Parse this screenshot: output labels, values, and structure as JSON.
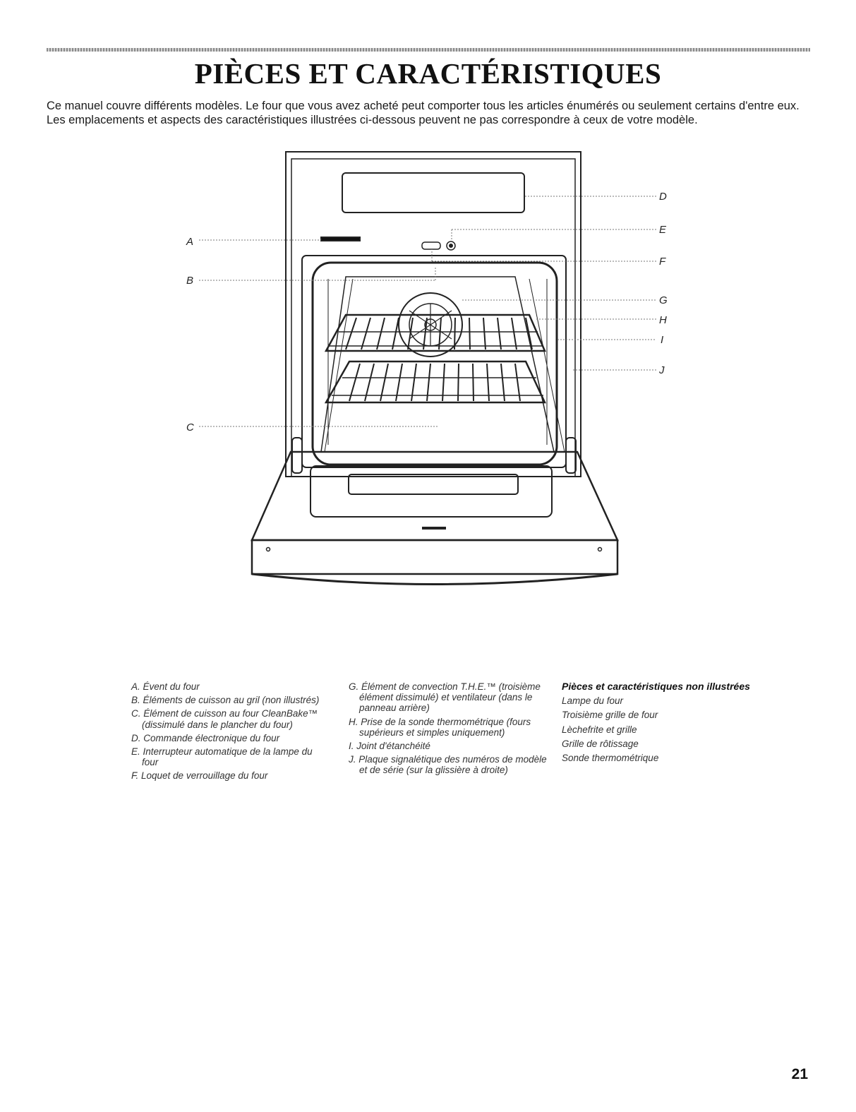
{
  "title": "PIÈCES ET CARACTÉRISTIQUES",
  "intro": "Ce manuel couvre différents modèles. Le four que vous avez acheté peut comporter tous les articles énumérés ou seulement certains d'entre eux. Les emplacements et aspects des caractéristiques illustrées ci-dessous peuvent ne pas correspondre à ceux de votre modèle.",
  "callouts": {
    "A": "A",
    "B": "B",
    "C": "C",
    "D": "D",
    "E": "E",
    "F": "F",
    "G": "G",
    "H": "H",
    "I": "I",
    "J": "J"
  },
  "legend_col1": [
    "A. Évent du four",
    "B. Éléments de cuisson au gril (non illustrés)",
    "C. Élément de cuisson au four CleanBake™ (dissimulé dans le plancher du four)",
    "D. Commande électronique du four",
    "E. Interrupteur automatique de la lampe du four",
    "F. Loquet de verrouillage du four"
  ],
  "legend_col2": [
    "G. Élément de convection T.H.E.™ (troisième élément dissimulé) et ventilateur (dans le panneau arrière)",
    "H. Prise de la sonde thermométrique (fours supérieurs et simples uniquement)",
    "I. Joint d'étanchéité",
    "J. Plaque signalétique des numéros de modèle et de série (sur la glissière à droite)"
  ],
  "legend_col3": {
    "heading": "Pièces et caractéristiques non illustrées",
    "items": [
      "Lampe du four",
      "Troisième grille de four",
      "Lèchefrite et grille",
      "Grille de rôtissage",
      "Sonde thermométrique"
    ]
  },
  "page_number": "21"
}
